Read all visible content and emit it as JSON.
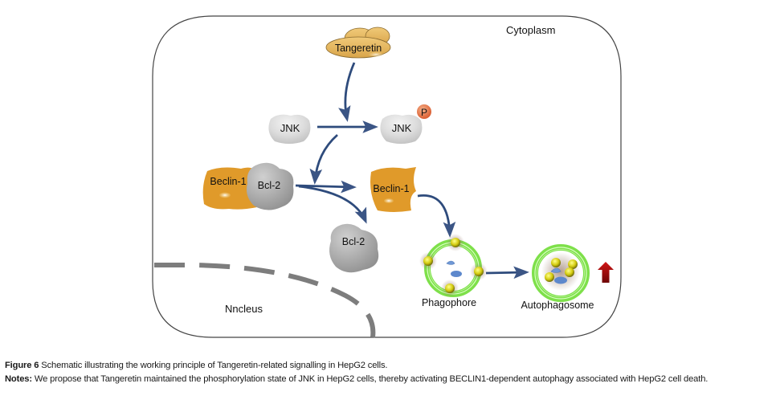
{
  "diagram": {
    "compartments": {
      "cytoplasm_label": "Cytoplasm",
      "nucleus_label": "Nncleus"
    },
    "nodes": {
      "tangeretin": "Tangeretin",
      "jnk": "JNK",
      "jnk_phospho": "JNK",
      "phospho_badge": "P",
      "complex_beclin": "Beclin-1",
      "complex_bcl2": "Bcl-2",
      "beclin_free": "Beclin-1",
      "bcl2_free": "Bcl-2",
      "phagophore": "Phagophore",
      "autophagosome": "Autophagosome"
    },
    "edges": [
      {
        "from": "Tangeretin",
        "to": "JNK phosphorylation step"
      },
      {
        "from": "JNK",
        "to": "JNK (phosphorylated)"
      },
      {
        "from": "JNK phosphorylation step",
        "to": "Beclin-1/Bcl-2 dissociation"
      },
      {
        "from": "Beclin-1/Bcl-2 complex",
        "to": "Beclin-1"
      },
      {
        "from": "Beclin-1/Bcl-2 complex",
        "to": "Bcl-2"
      },
      {
        "from": "Beclin-1",
        "to": "Phagophore"
      },
      {
        "from": "Phagophore",
        "to": "Autophagosome"
      }
    ],
    "indicator": {
      "autophagosome_trend": "up"
    },
    "colors": {
      "tangeretin_fill": "#e2b45a",
      "beclin_fill": "#e09a2a",
      "jnk_fill": "#d7d7d7",
      "bcl2_fill": "#a9a9a9",
      "phospho_fill": "#e0703a",
      "arrow": "#3b5585",
      "membrane_green": "#7ee04a",
      "up_arrow": "#a30d0d",
      "nucleus_dash": "#7d7d7d"
    }
  },
  "caption": {
    "figure_label": "Figure 6",
    "figure_text": " Schematic illustrating the working principle of Tangeretin-related signalling in HepG2 cells.",
    "notes_label": "Notes:",
    "notes_text": " We propose that Tangeretin maintained the phosphorylation state of JNK in HepG2 cells, thereby activating BECLIN1-dependent autophagy associated with HepG2 cell death."
  }
}
